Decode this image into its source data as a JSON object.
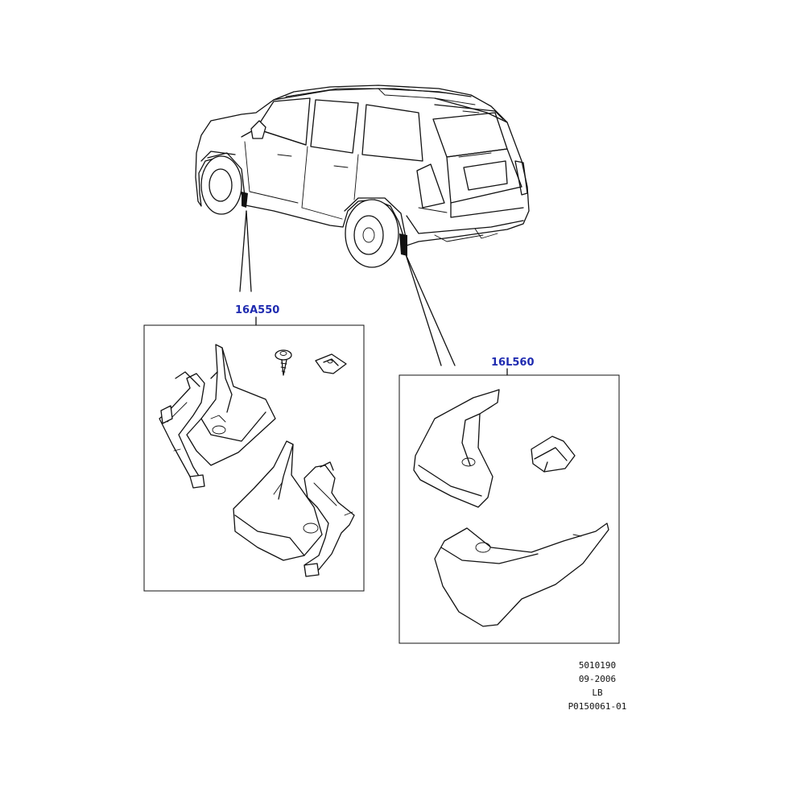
{
  "callouts": {
    "left_kit": "16A550",
    "right_kit": "16L560"
  },
  "reference": {
    "line1": "5010190",
    "line2": "09-2006",
    "line3": "LB",
    "line4": "P0150061-01"
  },
  "colors": {
    "callout": "#1f2bb0",
    "line": "#111111",
    "background": "#ffffff"
  }
}
